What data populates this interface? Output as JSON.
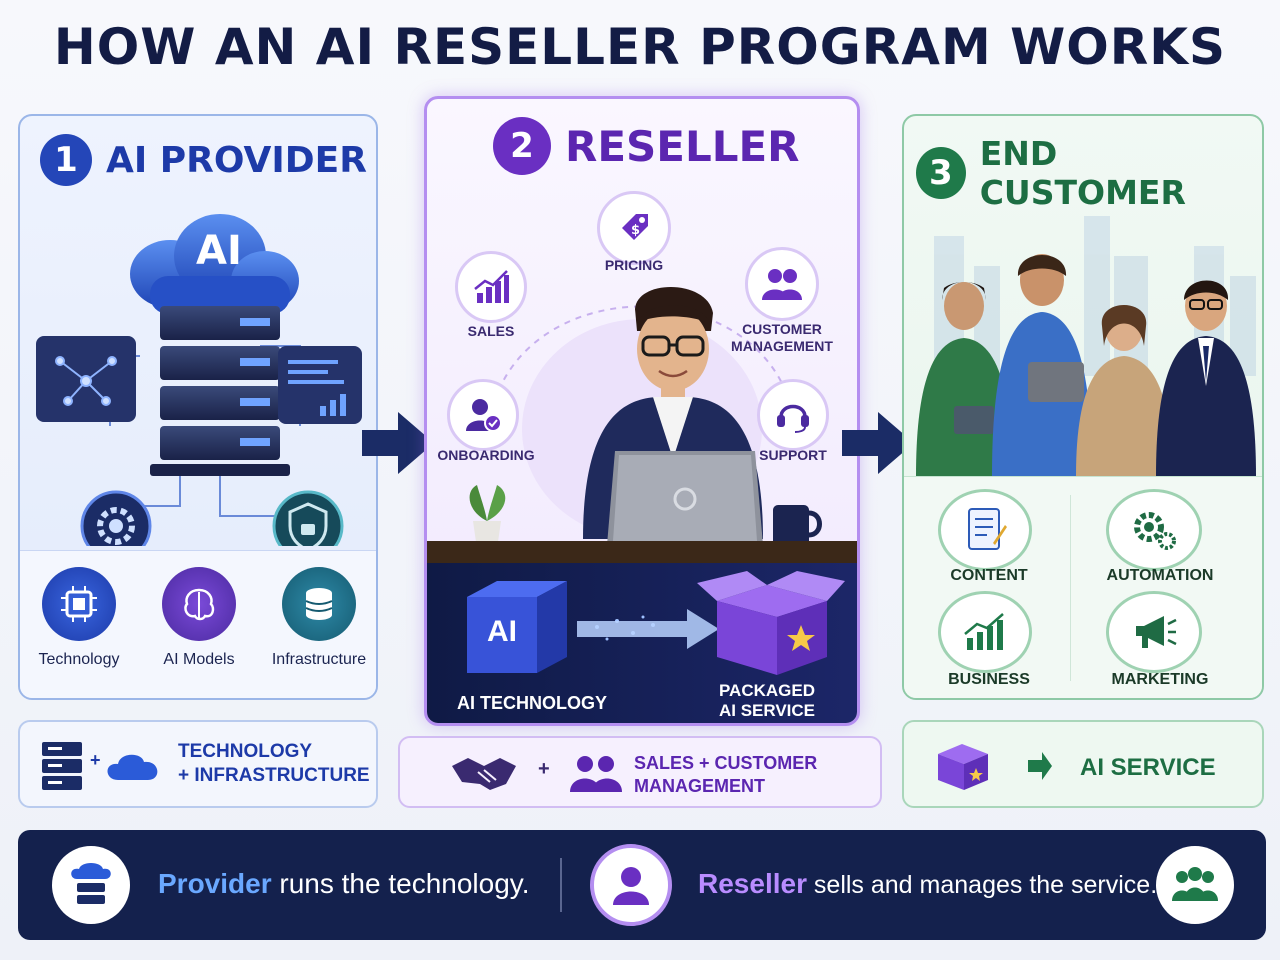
{
  "title": "HOW AN AI RESELLER PROGRAM WORKS",
  "provider": {
    "number": "1",
    "heading": "AI PROVIDER",
    "cloud_label": "AI",
    "items": [
      {
        "label": "Technology",
        "icon": "chip-icon"
      },
      {
        "label": "AI Models",
        "icon": "brain-icon"
      },
      {
        "label": "Infrastructure",
        "icon": "database-icon"
      }
    ],
    "summary": "TECHNOLOGY\n+ INFRASTRUCTURE",
    "summary_line1": "TECHNOLOGY",
    "summary_line2": "+ INFRASTRUCTURE",
    "plus": "+"
  },
  "reseller": {
    "number": "2",
    "heading": "RESELLER",
    "activities": [
      {
        "label": "PRICING",
        "icon": "price-tag-icon"
      },
      {
        "label": "SALES",
        "icon": "bar-chart-icon"
      },
      {
        "label": "CUSTOMER\nMANAGEMENT",
        "label_line1": "CUSTOMER",
        "label_line2": "MANAGEMENT",
        "icon": "users-icon"
      },
      {
        "label": "ONBOARDING",
        "icon": "onboarding-icon"
      },
      {
        "label": "SUPPORT",
        "icon": "headset-icon"
      }
    ],
    "tech_label": "AI TECHNOLOGY",
    "cube_label": "AI",
    "package_line1": "PACKAGED",
    "package_line2": "AI SERVICE",
    "summary_line1": "SALES + CUSTOMER",
    "summary_line2": "MANAGEMENT",
    "plus": "+"
  },
  "customer": {
    "number": "3",
    "heading": "END CUSTOMER",
    "uses": [
      {
        "label": "CONTENT",
        "icon": "document-icon"
      },
      {
        "label": "AUTOMATION",
        "icon": "gears-icon"
      },
      {
        "label": "BUSINESS",
        "icon": "growth-chart-icon"
      },
      {
        "label": "MARKETING",
        "icon": "megaphone-icon"
      }
    ],
    "summary": "AI SERVICE"
  },
  "footer": {
    "provider_word": "Provider",
    "provider_rest": " runs the technology.",
    "reseller_word": "Reseller",
    "reseller_rest": " sells and manages the service."
  },
  "colors": {
    "navy": "#14214d",
    "blue": "#2446b8",
    "purple": "#6a2fc2",
    "green": "#1f7a4a"
  }
}
